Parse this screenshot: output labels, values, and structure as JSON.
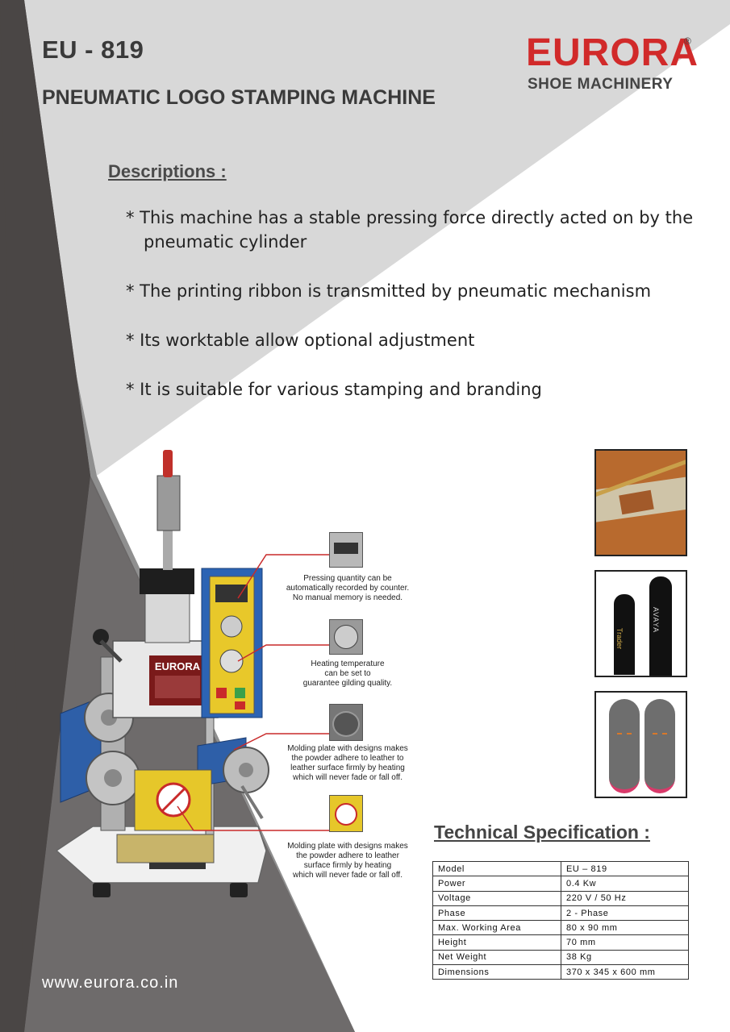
{
  "header": {
    "model": "EU - 819",
    "subtitle": "PNEUMATIC LOGO STAMPING MACHINE"
  },
  "brand": {
    "name": "EURORA",
    "registered_mark": "®",
    "tagline": "SHOE MACHINERY",
    "color": "#d12a2a"
  },
  "descriptions": {
    "heading": "Descriptions :",
    "items": [
      "* This  machine  has a  stable  pressing force  directly acted on  by the",
      "pneumatic  cylinder",
      "*  The printing ribbon is transmitted by pneumatic mechanism",
      "*  Its worktable allow optional adjustment",
      "*  It is suitable for various stamping and branding"
    ]
  },
  "machine_label": {
    "brand": "EURORA"
  },
  "callouts": [
    {
      "lines": [
        "Pressing quantity can be",
        "automatically recorded by counter.",
        "No manual memory is needed."
      ]
    },
    {
      "lines": [
        "Heating temperature",
        "can be set to",
        "guarantee gilding quality."
      ]
    },
    {
      "lines": [
        "Molding plate with designs makes",
        "the powder adhere to leather to",
        "leather surface firmly by heating",
        "which will never fade or fall off."
      ]
    },
    {
      "lines": [
        "Molding plate with designs makes",
        "the powder adhere to leather",
        "surface firmly by heating",
        "which will never fade or fall off."
      ]
    }
  ],
  "spec": {
    "heading": "Technical Specification :",
    "rows": [
      {
        "label": "Model",
        "value": "EU – 819"
      },
      {
        "label": "Power",
        "value": "0.4  Kw"
      },
      {
        "label": "Voltage",
        "value": "220 V / 50 Hz"
      },
      {
        "label": "Phase",
        "value": "2 - Phase"
      },
      {
        "label": "Max. Working  Area",
        "value": "80 x 90 mm"
      },
      {
        "label": "Height",
        "value": "70 mm"
      },
      {
        "label": "Net Weight",
        "value": "38  Kg"
      },
      {
        "label": "Dimensions",
        "value": "370 x 345 x 600 mm"
      }
    ]
  },
  "sample_images": [
    {
      "icon": "leather-bag-label-photo",
      "text": ""
    },
    {
      "icon": "branded-leather-straps-photo",
      "text_a": "AVAYA",
      "text_b": "Trader"
    },
    {
      "icon": "suede-shoes-photo",
      "text": ""
    }
  ],
  "footer": {
    "website": "www.eurora.co.in"
  },
  "colors": {
    "dark_band": "#4a4645",
    "mid_band": "#8a8a8a",
    "light_band": "#d8d8d8",
    "callout_line": "#c92a2a",
    "text_dark": "#3a3a3a"
  }
}
